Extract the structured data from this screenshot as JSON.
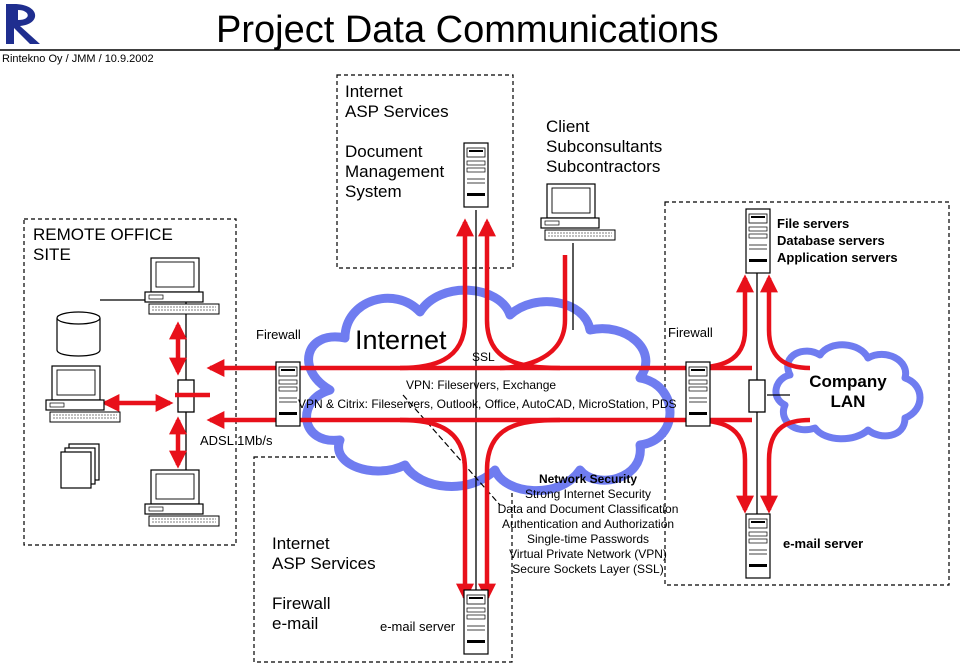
{
  "header": {
    "title": "Project Data Communications",
    "credit": "Rintekno Oy / JMM /  10.9.2002"
  },
  "zones": {
    "asp_top": [
      "Internet",
      "ASP Services",
      "Document",
      "Management",
      "System"
    ],
    "client": [
      "Client",
      "Subconsultants",
      "Subcontractors"
    ],
    "remote_office": [
      "REMOTE OFFICE",
      "SITE"
    ],
    "servers": [
      "File servers",
      "Database servers",
      "Application servers"
    ],
    "asp_bottom": [
      "Internet",
      "ASP Services",
      "Firewall",
      "e-mail"
    ],
    "asp_bottom_server": "e-mail server",
    "lan_email_server": "e-mail server"
  },
  "network": {
    "firewall_left": "Firewall",
    "firewall_right": "Firewall",
    "internet": "Internet",
    "ssl": "SSL",
    "vpn_line": "VPN: Fileservers, Exchange",
    "citrix_line": "VPN & Citrix: Fileservers, Outlook, Office, AutoCAD, MicroStation, PDS",
    "company_lan": [
      "Company",
      "LAN"
    ],
    "adsl": "ADSL 1Mb/s"
  },
  "security": {
    "title": "Network Security",
    "items": [
      "Strong Internet Security",
      "Data and Document Classification",
      "Authentication and Authorization",
      "Single-time Passwords",
      "Virtual Private Network  (VPN)",
      "Secure Sockets Layer (SSL)"
    ]
  },
  "colors": {
    "arrow": "#e8101a",
    "cloud": "#6f7cf0",
    "line": "#000000"
  }
}
